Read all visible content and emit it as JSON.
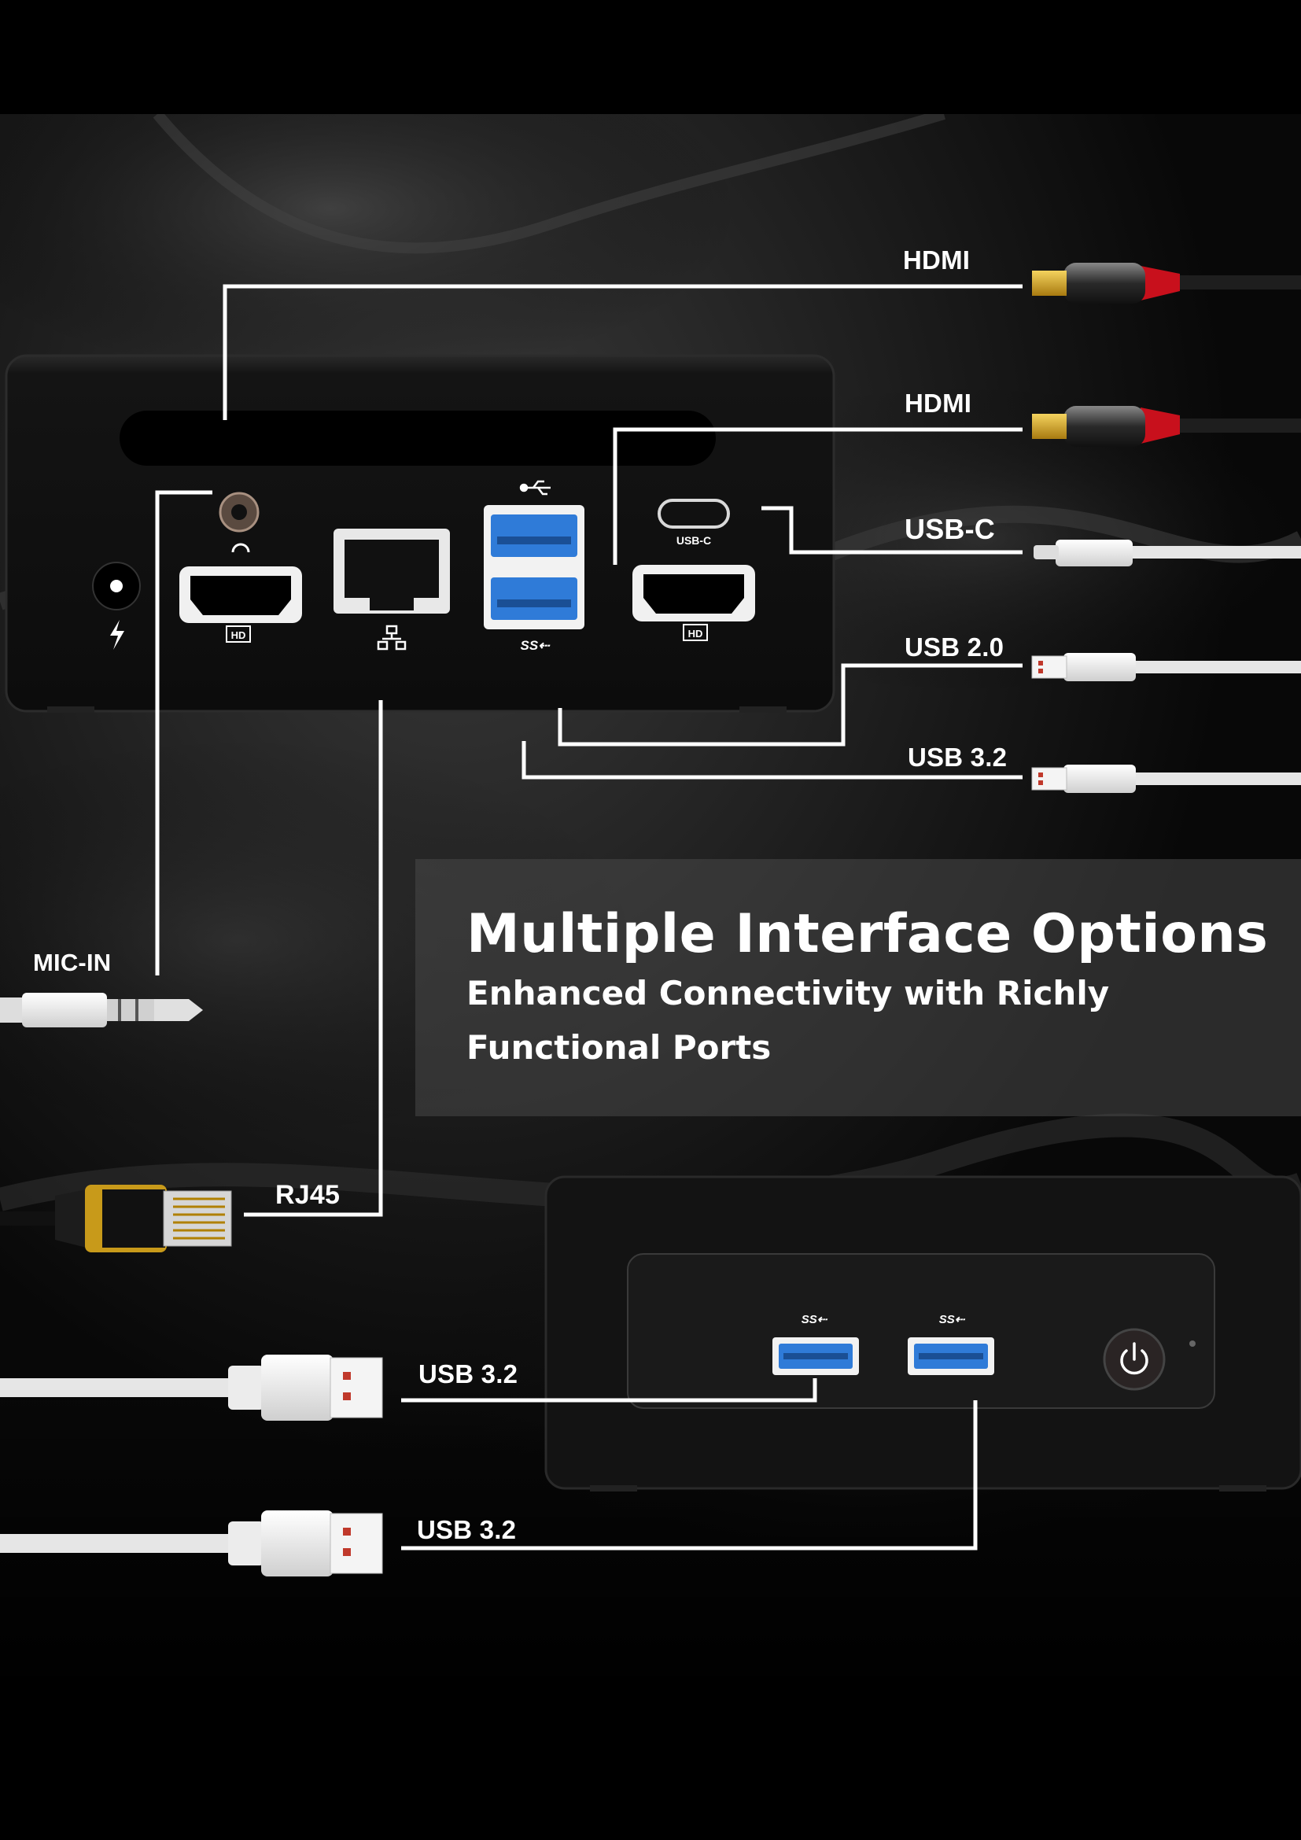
{
  "labels": {
    "hdmi_top": "HDMI",
    "hdmi_second": "HDMI",
    "usb_c": "USB-C",
    "usb_2_0": "USB 2.0",
    "usb_3_2_rear": "USB 3.2",
    "mic_in": "MIC-IN",
    "rj45": "RJ45",
    "usb_3_2_front_1": "USB 3.2",
    "usb_3_2_front_2": "USB 3.2"
  },
  "banner": {
    "title": "Multiple Interface Options",
    "subtitle_line1": "Enhanced Connectivity with Richly",
    "subtitle_line2": "Functional Ports"
  },
  "device_markings": {
    "usb_c_port": "USB-C",
    "hdmi_badge_left": "HD",
    "hdmi_badge_right": "HD"
  },
  "colors": {
    "background": "#000000",
    "device_body": "#121212",
    "callout_line": "#ffffff",
    "usb3_port_blue": "#2f7bd8",
    "hdmi_connector_red": "#c8101c",
    "hdmi_tip_gold": "#d9a520",
    "rj45_boot_gold": "#c89a1a"
  },
  "icons": [
    "power-icon",
    "lightning-icon",
    "headphone-icon",
    "network-icon",
    "usb-icon",
    "superspeed-usb-icon"
  ]
}
